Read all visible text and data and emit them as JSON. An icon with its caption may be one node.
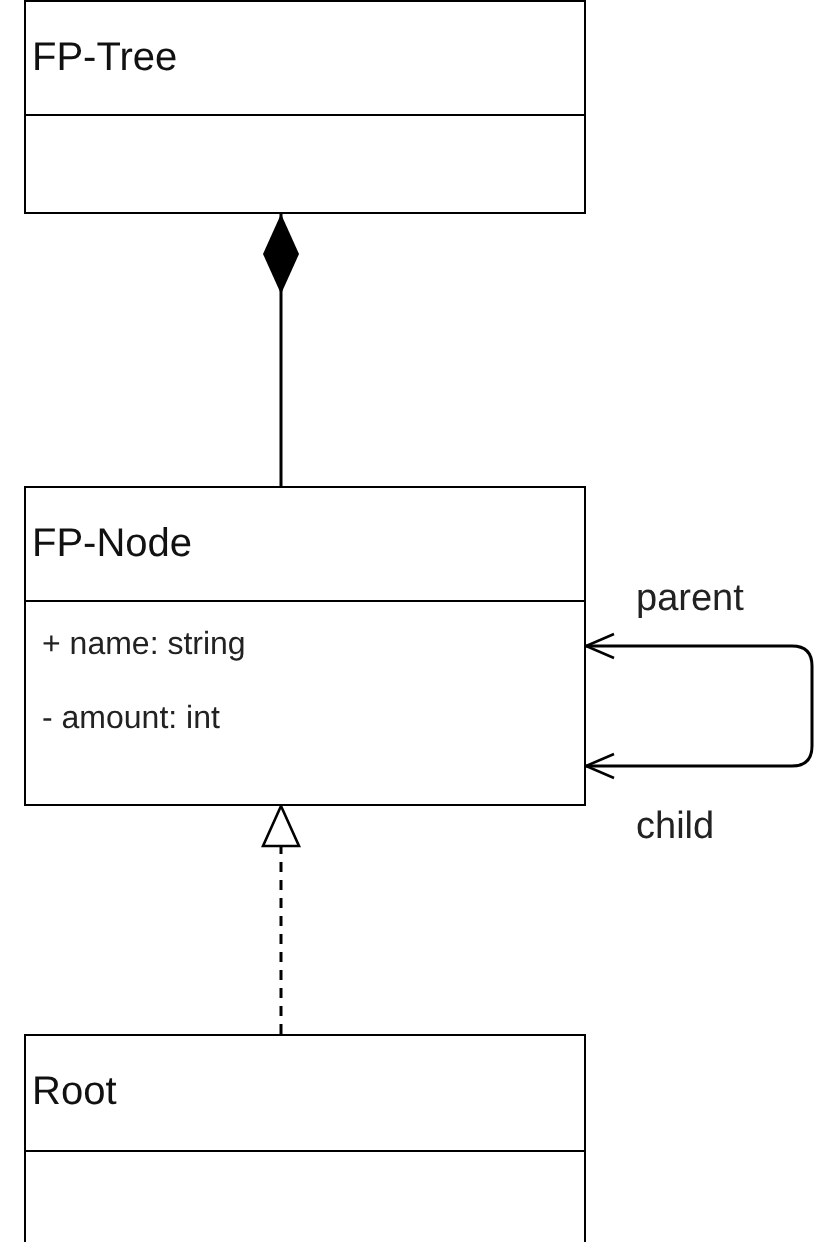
{
  "diagram": {
    "nodes": [
      {
        "text": [
          "FP-Tree"
        ]
      },
      {
        "text": [
          "FP-Node",
          "+ name: string",
          "- amount: int"
        ]
      },
      {
        "text": [
          "Root"
        ]
      }
    ],
    "edges": [
      {
        "from": 1,
        "to": 0,
        "arrow": "other"
      },
      {
        "from": 1,
        "to": 1,
        "arrow": "both",
        "label": "parent"
      },
      {
        "from": 2,
        "to": 1,
        "arrow": "to",
        "style": "dashed"
      }
    ],
    "labels": [
      "child"
    ]
  }
}
